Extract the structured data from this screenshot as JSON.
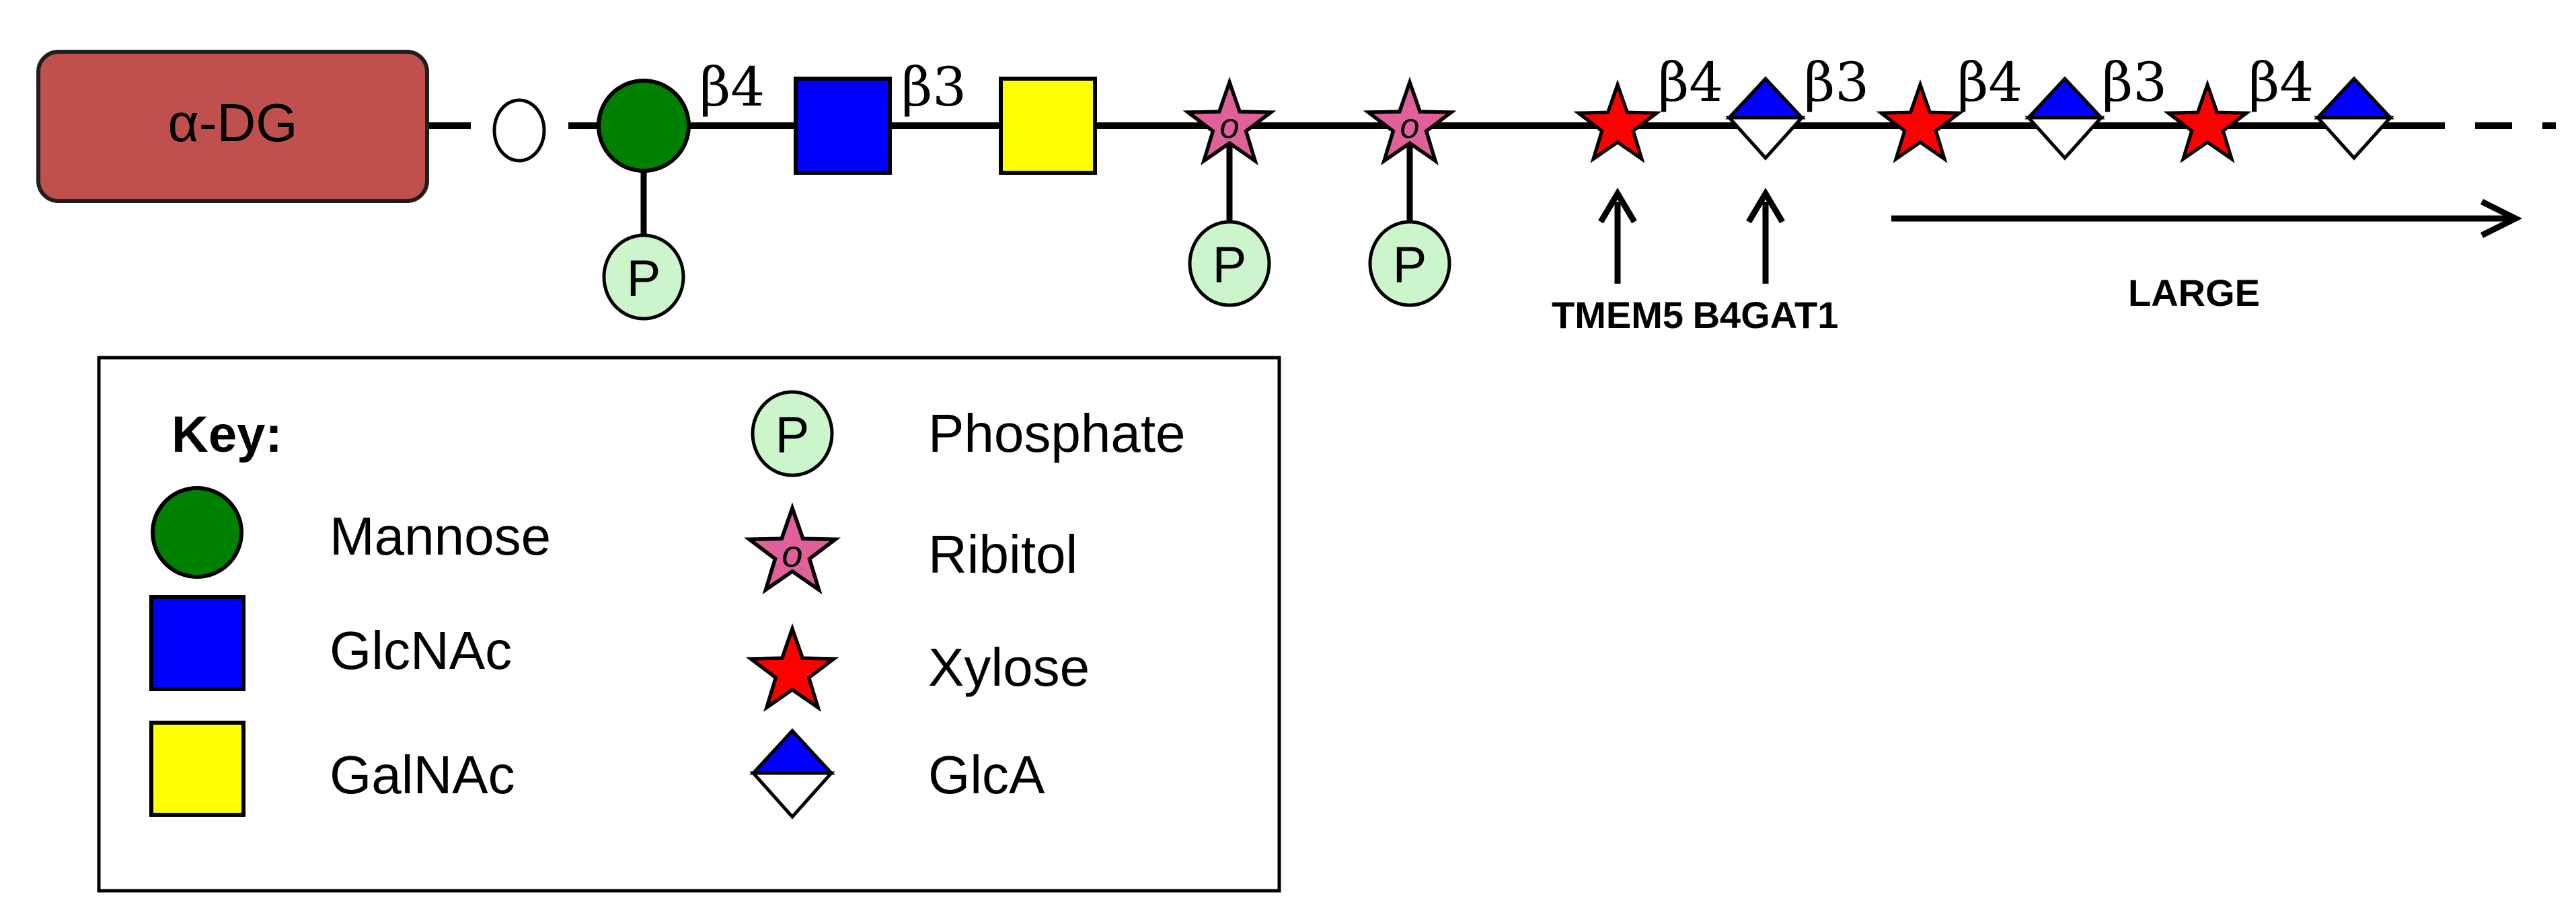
{
  "protein": {
    "label": "α-DG",
    "color": "#c0504d"
  },
  "linkages": {
    "man_glcnac": "β4",
    "glcnac_galnac": "β3",
    "xyl_glca_1": "β4",
    "glca_xyl_1": "β3",
    "xyl_glca_2": "β4",
    "glca_xyl_2": "β3",
    "xyl_glca_3": "β4"
  },
  "phosphate_symbol": "P",
  "ribitol_symbol": "o",
  "enzymes": {
    "tmem5": "TMEM5",
    "b4gat1": "B4GAT1",
    "large": "LARGE"
  },
  "key": {
    "title": "Key:",
    "items": {
      "mannose": "Mannose",
      "glcnac": "GlcNAc",
      "galnac": "GalNAc",
      "phosphate": "Phosphate",
      "ribitol": "Ribitol",
      "xylose": "Xylose",
      "glca": "GlcA"
    }
  },
  "colors": {
    "mannose": "#008000",
    "glcnac": "#0000ff",
    "galnac": "#ffff00",
    "phosphate": "#ccf5cc",
    "ribitol": "#e0609a",
    "xylose": "#ff0000",
    "glca_top": "#0000ff",
    "glca_bottom": "#ffffff"
  }
}
